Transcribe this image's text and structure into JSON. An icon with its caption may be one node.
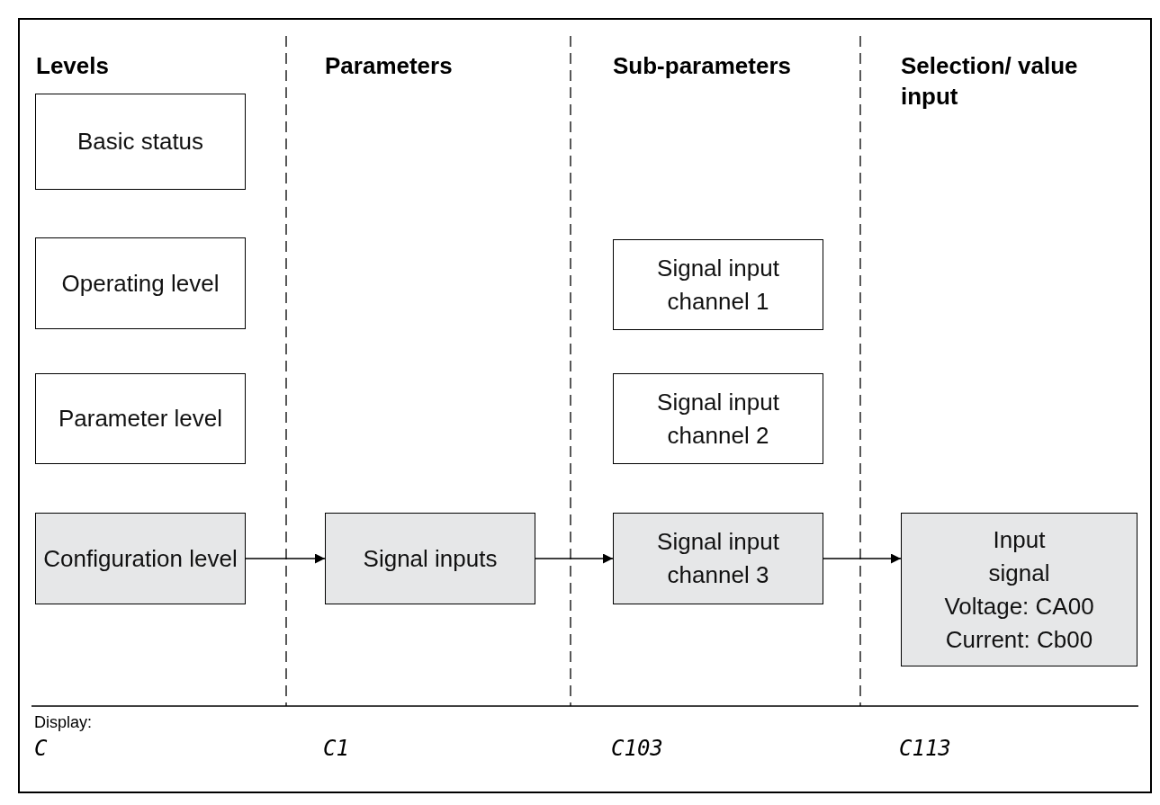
{
  "diagram": {
    "nodes": [
      {
        "text": [
          "Basic status"
        ]
      },
      {
        "text": [
          "Operating level"
        ]
      },
      {
        "text": [
          "Parameter level"
        ]
      },
      {
        "text": [
          "Configuration level"
        ]
      },
      {
        "text": [
          "Signal inputs"
        ]
      },
      {
        "text": [
          "Signal input channel 1"
        ]
      },
      {
        "text": [
          "Signal input channel 2"
        ]
      },
      {
        "text": [
          "Signal input channel 3"
        ]
      },
      {
        "text": [
          "Input signal",
          "Voltage: CA00",
          "Current: Cb00"
        ]
      }
    ],
    "edges": [
      {
        "from": 3,
        "to": 4,
        "arrow": "to"
      },
      {
        "from": 4,
        "to": 7,
        "arrow": "to"
      },
      {
        "from": 7,
        "to": 8,
        "arrow": "to"
      }
    ],
    "labels": [
      "Levels",
      "Parameters",
      "Sub-parameters",
      "Selection/ value input",
      "Display:",
      "C",
      "C1",
      "C103",
      "C113"
    ]
  }
}
